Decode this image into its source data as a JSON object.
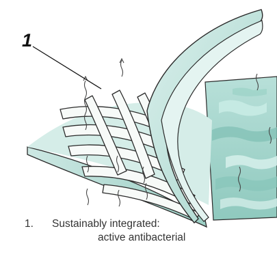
{
  "callout": {
    "number": "1"
  },
  "legend": {
    "item_number": "1.",
    "line1": "Sustainably integrated:",
    "line2": "active antibacterial"
  },
  "colors": {
    "fabric_light": "#cfe9e5",
    "fabric_mid": "#a9d7cf",
    "fabric_dark": "#7cc0b4",
    "fiber": "#f7faf8",
    "outline": "#222222"
  }
}
